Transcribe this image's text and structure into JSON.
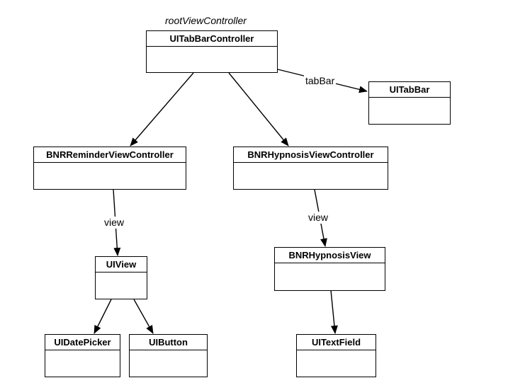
{
  "diagram": {
    "root_label": "rootViewController",
    "classes": {
      "tabbarcontroller": "UITabBarController",
      "tabbar": "UITabBar",
      "reminder": "BNRReminderViewController",
      "hypnosis_vc": "BNRHypnosisViewController",
      "uiview": "UIView",
      "hypnosis_view": "BNRHypnosisView",
      "datepicker": "UIDatePicker",
      "button": "UIButton",
      "textfield": "UITextField"
    },
    "edge_labels": {
      "tabbar": "tabBar",
      "reminder_view": "view",
      "hypnosis_view": "view"
    },
    "edges": [
      {
        "from": "tabbarcontroller",
        "to": "tabbar",
        "label": "tabBar"
      },
      {
        "from": "tabbarcontroller",
        "to": "reminder"
      },
      {
        "from": "tabbarcontroller",
        "to": "hypnosis_vc"
      },
      {
        "from": "reminder",
        "to": "uiview",
        "label": "view"
      },
      {
        "from": "hypnosis_vc",
        "to": "hypnosis_view",
        "label": "view"
      },
      {
        "from": "uiview",
        "to": "datepicker"
      },
      {
        "from": "uiview",
        "to": "button"
      },
      {
        "from": "hypnosis_view",
        "to": "textfield"
      }
    ]
  }
}
